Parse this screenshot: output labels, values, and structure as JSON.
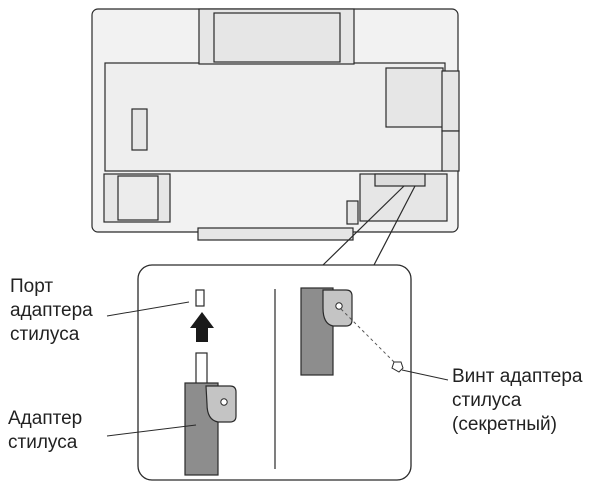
{
  "labels": {
    "stylus_adapter_port": [
      "Порт",
      "адаптера",
      "стилуса"
    ],
    "stylus_adapter": [
      "Адаптер",
      "стилуса"
    ],
    "stylus_adapter_screw": [
      "Винт адаптера",
      "стилуса",
      "(секретный)"
    ]
  },
  "colors": {
    "line": "#2a2a2a",
    "panel_fill": "#f2f2f2",
    "panel_shade": "#e6e6e6",
    "adapter_fill": "#8d8d8d",
    "adapter_light": "#c4c4c4",
    "arrow_fill": "#1a1a1a"
  }
}
